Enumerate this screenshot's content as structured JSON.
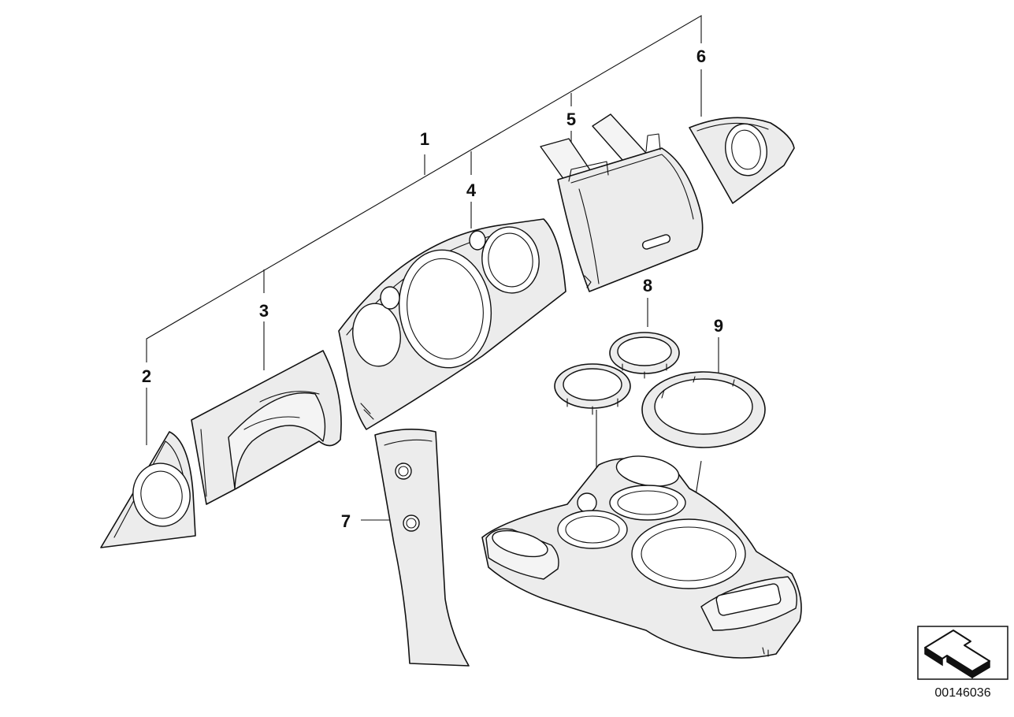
{
  "callouts": {
    "p1": "1",
    "p2": "2",
    "p3": "3",
    "p4": "4",
    "p5": "5",
    "p6": "6",
    "p7": "7",
    "p8": "8",
    "p9": "9"
  },
  "document_number": "00146036",
  "orientation_icon": "arrow-icon"
}
